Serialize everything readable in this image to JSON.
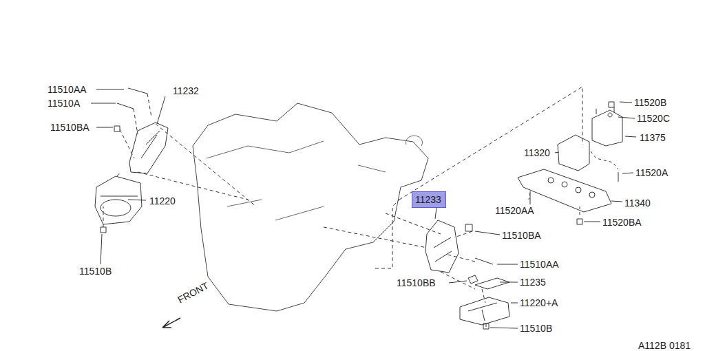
{
  "diagram": {
    "nodes": [
      {
        "text": [
          "11233"
        ]
      }
    ],
    "labels": [
      "11510AA",
      "11510A",
      "11232",
      "11510BA",
      "11220",
      "11510B",
      "11520B",
      "11520C",
      "11375",
      "11320",
      "11520A",
      "11520AA",
      "11340",
      "11520BA",
      "11510BA",
      "11510AA",
      "11510BB",
      "11235",
      "11220+A",
      "11510B",
      "FRONT",
      "A112B 0181"
    ]
  }
}
